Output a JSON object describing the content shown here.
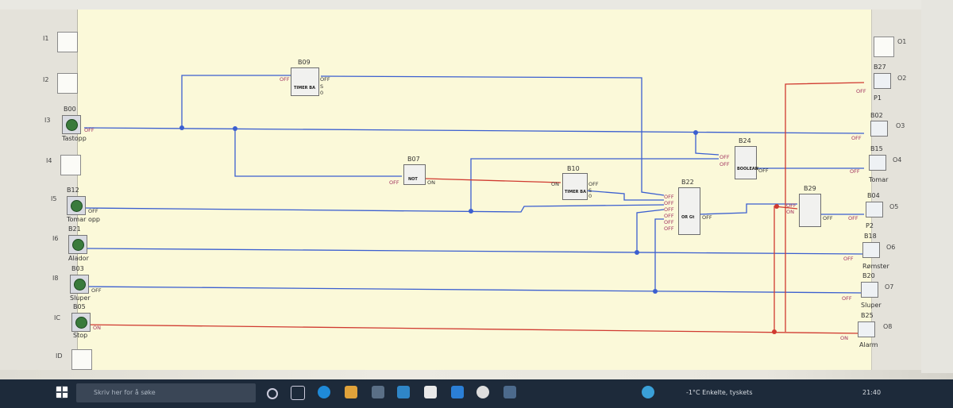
{
  "inputs": [
    {
      "id": "I1",
      "block": "",
      "caption": ""
    },
    {
      "id": "I2",
      "block": "",
      "caption": ""
    },
    {
      "id": "I3",
      "block": "B00",
      "caption": "Tastopp"
    },
    {
      "id": "I4",
      "block": "",
      "caption": ""
    },
    {
      "id": "I5",
      "block": "B12",
      "caption": "Tomar opp"
    },
    {
      "id": "I6",
      "block": "B21",
      "caption": "Alador"
    },
    {
      "id": "I8",
      "block": "B03",
      "caption": "Sluper"
    },
    {
      "id": "IC",
      "block": "B05",
      "caption": "Stop"
    },
    {
      "id": "ID",
      "block": "",
      "caption": ""
    }
  ],
  "outputs": [
    {
      "id": "O1",
      "block": "",
      "caption": ""
    },
    {
      "id": "O2",
      "block": "B27",
      "caption": "P1"
    },
    {
      "id": "O3",
      "block": "B02",
      "caption": ""
    },
    {
      "id": "O4",
      "block": "B15",
      "caption": "Tomar"
    },
    {
      "id": "O5",
      "block": "B04",
      "caption": "P2"
    },
    {
      "id": "O6",
      "block": "B18",
      "caption": "Rømster"
    },
    {
      "id": "O7",
      "block": "B20",
      "caption": "Sluper"
    },
    {
      "id": "O8",
      "block": "B25",
      "caption": "Alarm"
    }
  ],
  "blocks": {
    "b09": {
      "id": "B09",
      "type": "TIMER BA",
      "in": "OFF",
      "out": "OFF",
      "p1": "S",
      "p2": "0"
    },
    "b07": {
      "id": "B07",
      "type": "NOT",
      "in": "OFF",
      "out": "ON"
    },
    "b10": {
      "id": "B10",
      "type": "TIMER BA",
      "in": "ON",
      "out": "OFF",
      "p1": "S",
      "p2": "0"
    },
    "b22": {
      "id": "B22",
      "type": "OR Gt",
      "ins": [
        "OFF",
        "OFF",
        "OFF",
        "OFF",
        "OFF",
        "OFF"
      ],
      "out": "OFF"
    },
    "b24": {
      "id": "B24",
      "type": "BOOLEAN",
      "ins": [
        "OFF",
        "OFF"
      ],
      "out": "OFF"
    },
    "b29": {
      "id": "B29",
      "type": "",
      "ins": [
        "OFF",
        "ON"
      ],
      "out": "OFF"
    }
  },
  "signals": {
    "off": "OFF",
    "on": "ON",
    "not_top": "OFF"
  },
  "taskbar": {
    "search_placeholder": "Skriv her for å søke",
    "weather": "-1°C  Enkelte, tyskets",
    "time": "21:40"
  },
  "colors": {
    "wire_blue": "#3b5fd0",
    "wire_red": "#d03a30",
    "workspace": "#fbf9d9",
    "taskbar": "#1d2a3a"
  }
}
